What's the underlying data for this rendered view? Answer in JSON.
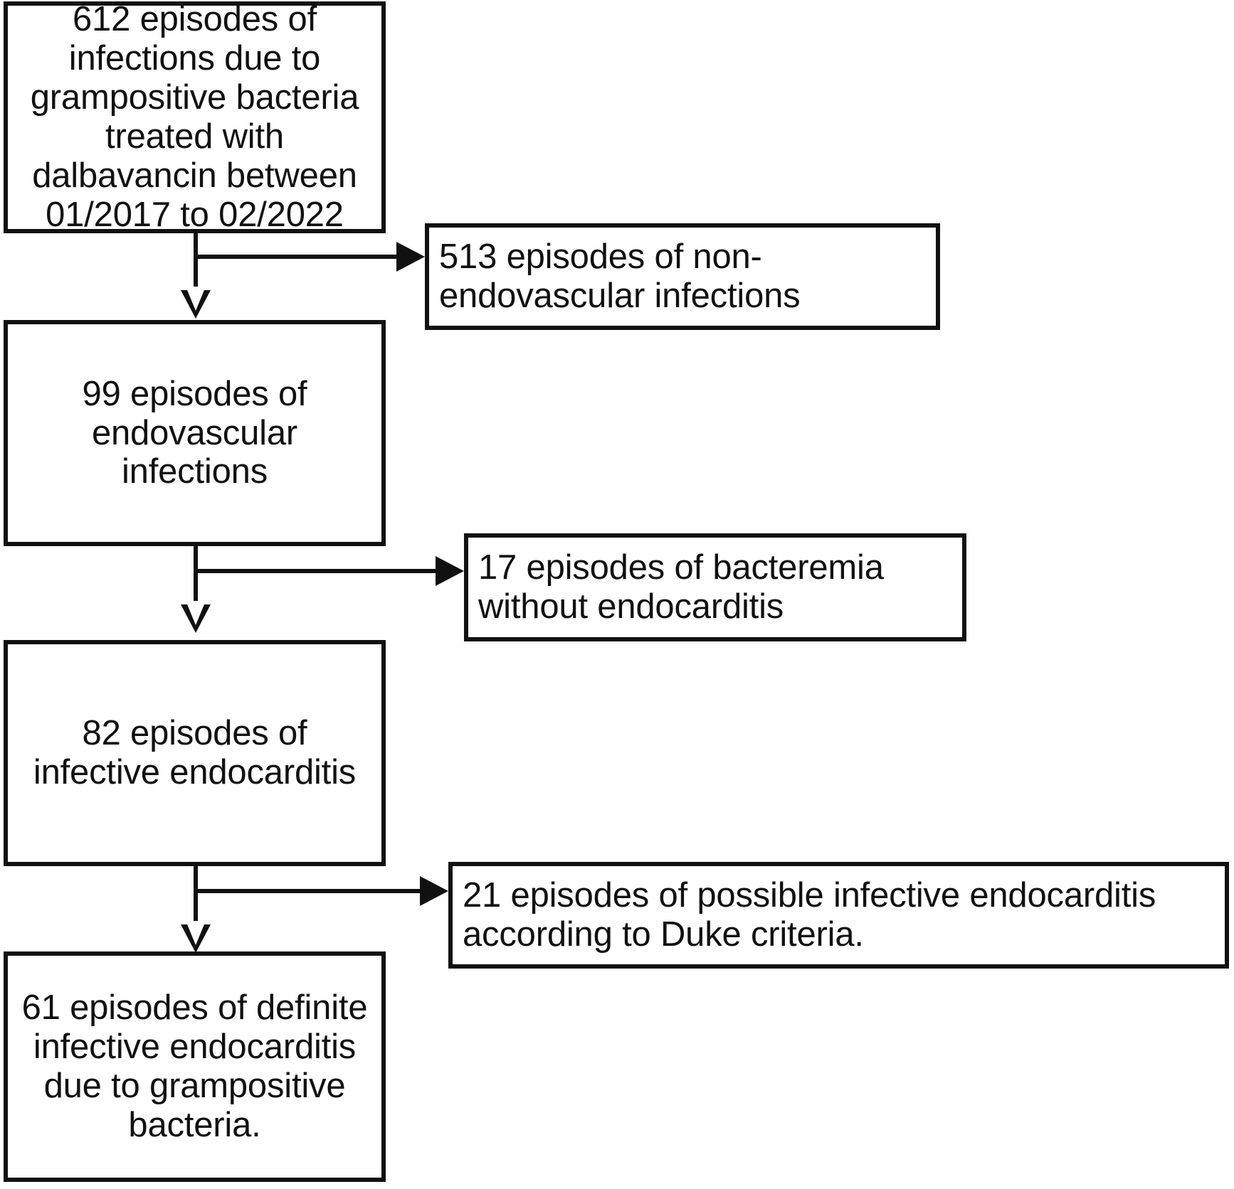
{
  "diagram": {
    "type": "flowchart",
    "title": "Study population selection flowchart",
    "orientation": "top-to-bottom with right-side exclusion branches",
    "colors": {
      "stroke": "#111111",
      "background": "#ffffff",
      "text": "#111111"
    },
    "nodes": [
      {
        "id": "n1",
        "role": "main",
        "count": 612,
        "text": "612 episodes of infections due to grampositive bacteria treated with dalbavancin between 01/2017 to 02/2022"
      },
      {
        "id": "x1",
        "role": "exclusion",
        "count": 513,
        "text": "513 episodes of non-endovascular infections"
      },
      {
        "id": "n2",
        "role": "main",
        "count": 99,
        "text": "99 episodes of endovascular infections"
      },
      {
        "id": "x2",
        "role": "exclusion",
        "count": 17,
        "text": "17 episodes of bacteremia without endocarditis"
      },
      {
        "id": "n3",
        "role": "main",
        "count": 82,
        "text": "82 episodes of infective endocarditis"
      },
      {
        "id": "x3",
        "role": "exclusion",
        "count": 21,
        "text": "21 episodes of possible infective endocarditis according to Duke criteria."
      },
      {
        "id": "n4",
        "role": "main",
        "count": 61,
        "text": "61 episodes of definite infective endocarditis due to grampositive bacteria."
      }
    ],
    "edges": [
      {
        "from": "n1",
        "to": "n2",
        "kind": "down-arrow"
      },
      {
        "from": "n1",
        "to": "x1",
        "kind": "right-arrow"
      },
      {
        "from": "n2",
        "to": "n3",
        "kind": "down-arrow"
      },
      {
        "from": "n2",
        "to": "x2",
        "kind": "right-arrow"
      },
      {
        "from": "n3",
        "to": "n4",
        "kind": "down-arrow"
      },
      {
        "from": "n3",
        "to": "x3",
        "kind": "right-arrow"
      }
    ]
  }
}
